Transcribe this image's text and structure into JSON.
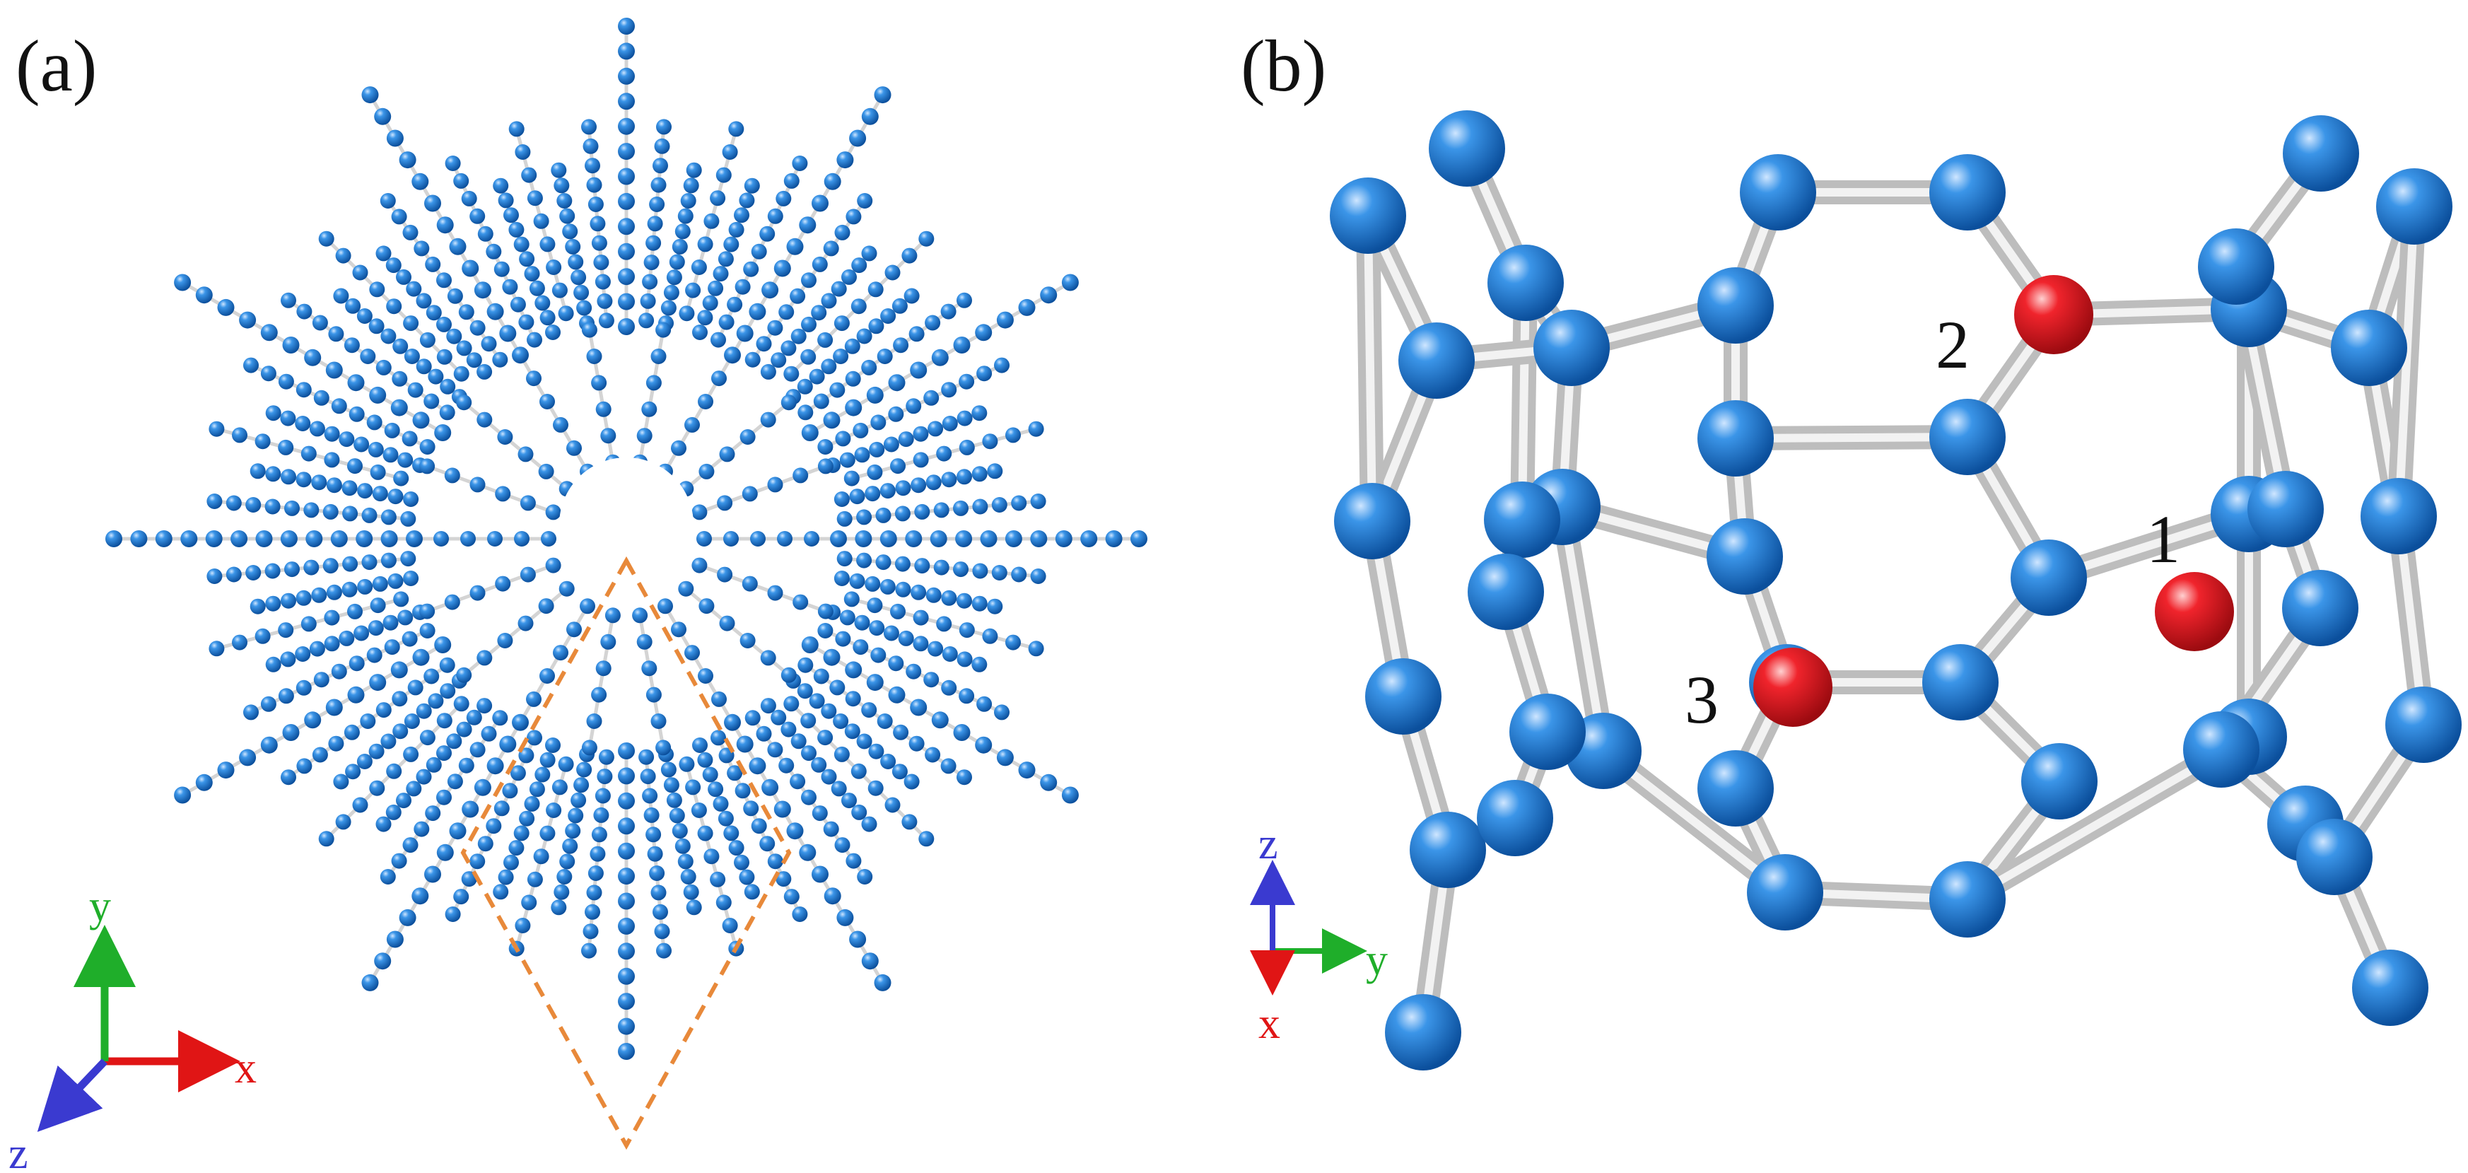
{
  "panels": {
    "a": {
      "label": "(a)"
    },
    "b": {
      "label": "(b)"
    }
  },
  "axes_a": {
    "x": "x",
    "y": "y",
    "z": "z"
  },
  "axes_b": {
    "x": "x",
    "y": "y",
    "z": "z"
  },
  "sites": {
    "one": "1",
    "two": "2",
    "three": "3"
  },
  "colors": {
    "atom": "#1d7ad6",
    "atom_highlight": "#e8101a",
    "bond": "#c8c8c8",
    "unit_cell": "#e8893a",
    "axis_x": "#e01515",
    "axis_y": "#1fae2a",
    "axis_z": "#3a3ad0"
  }
}
